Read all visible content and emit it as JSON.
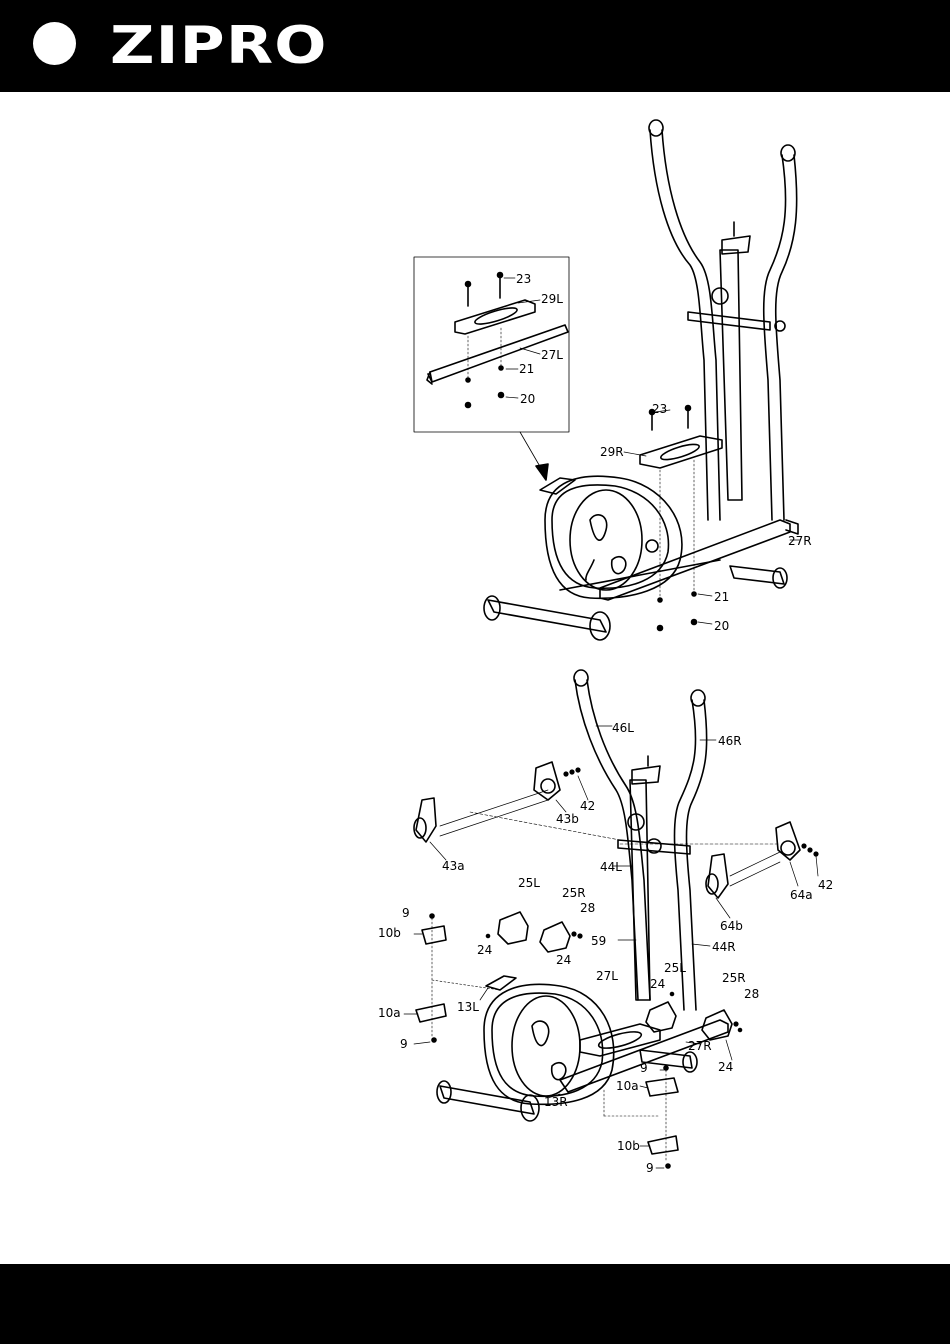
{
  "brand": {
    "logo_text": "ZIPRO"
  },
  "diagram1": {
    "inset_labels": [
      "23",
      "29L",
      "27L",
      "21",
      "20"
    ],
    "main_labels": [
      "23",
      "29R",
      "27R",
      "21",
      "20"
    ]
  },
  "diagram2": {
    "labels": [
      "46L",
      "46R",
      "42",
      "43b",
      "43a",
      "44L",
      "64a",
      "42",
      "64b",
      "25L",
      "25R",
      "28",
      "9",
      "10b",
      "24",
      "59",
      "24",
      "44R",
      "27L",
      "25L",
      "24",
      "25R",
      "28",
      "13L",
      "10a",
      "9",
      "27R",
      "24",
      "9",
      "10a",
      "13R",
      "10b",
      "9"
    ]
  }
}
